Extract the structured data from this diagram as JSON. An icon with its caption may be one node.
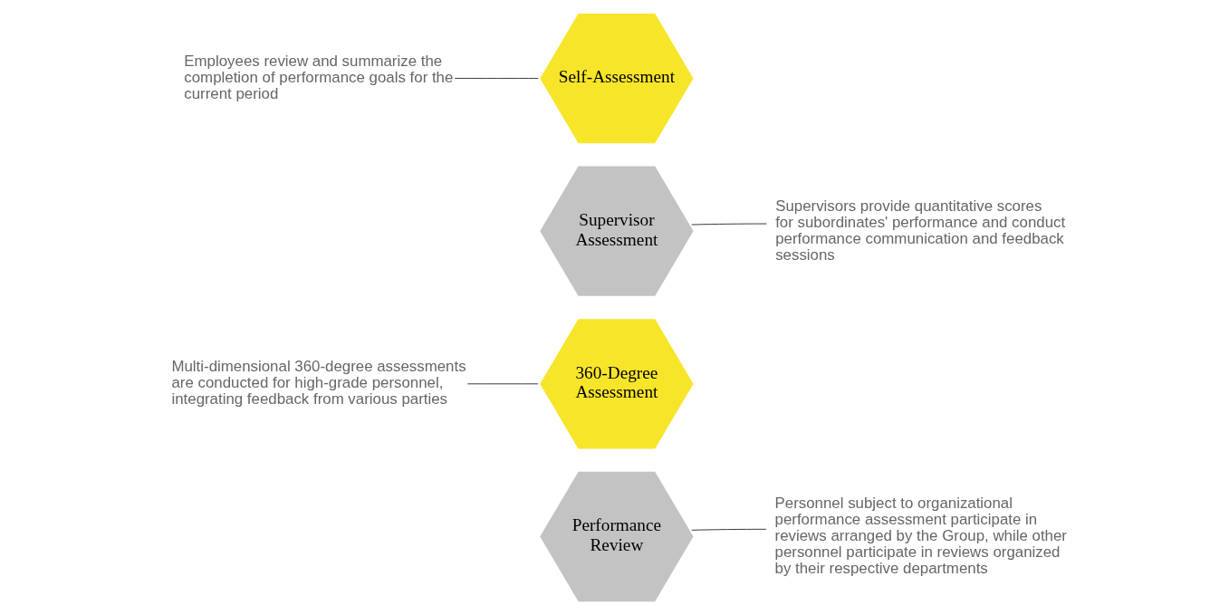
{
  "diagram": {
    "nodes": [
      {
        "text": [
          "Self-Assessment"
        ]
      },
      {
        "text": [
          "Employees review and summarize the completion of performance goals for the current period"
        ]
      },
      {
        "text": [
          "Supervisor Assessment"
        ]
      },
      {
        "text": [
          "Supervisors provide quantitative scores for subordinates' performance and conduct performance communication and feedback sessions"
        ]
      },
      {
        "text": [
          "360-Degree Assessment"
        ]
      },
      {
        "text": [
          "Multi-dimensional 360-degree assessments are conducted for high-grade personnel, integrating feedback from various parties"
        ]
      },
      {
        "text": [
          "Performance Review"
        ]
      },
      {
        "text": [
          "Personnel subject to organizational performance assessment participate in reviews arranged by the Group, while other personnel participate in reviews organized by their respective departments"
        ]
      }
    ],
    "edges": [
      {
        "from": 1,
        "to": 0,
        "arrow": "none"
      },
      {
        "from": 3,
        "to": 2,
        "arrow": "none"
      },
      {
        "from": 5,
        "to": 4,
        "arrow": "none"
      },
      {
        "from": 7,
        "to": 6,
        "arrow": "none"
      }
    ]
  }
}
